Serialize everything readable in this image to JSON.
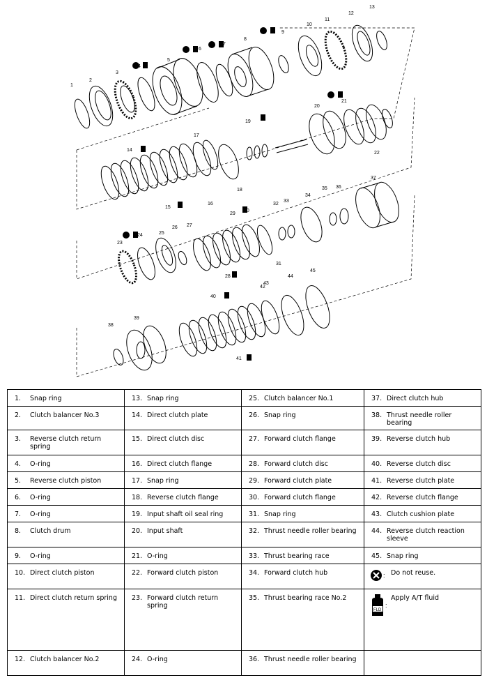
{
  "callouts": [
    "1",
    "2",
    "3",
    "4",
    "5",
    "6",
    "7",
    "8",
    "9",
    "10",
    "11",
    "12",
    "13",
    "14",
    "15",
    "16",
    "17",
    "18",
    "19",
    "20",
    "21",
    "22",
    "23",
    "24",
    "25",
    "26",
    "27",
    "28",
    "29",
    "30",
    "31",
    "32",
    "33",
    "34",
    "35",
    "36",
    "37",
    "38",
    "39",
    "40",
    "41",
    "42",
    "43",
    "44",
    "45"
  ],
  "legend": [
    [
      {
        "n": "1.",
        "t": "Snap ring"
      },
      {
        "n": "13.",
        "t": "Snap ring"
      },
      {
        "n": "25.",
        "t": "Clutch balancer No.1"
      },
      {
        "n": "37.",
        "t": "Direct clutch hub"
      }
    ],
    [
      {
        "n": "2.",
        "t": "Clutch balancer No.3"
      },
      {
        "n": "14.",
        "t": "Direct clutch plate"
      },
      {
        "n": "26.",
        "t": "Snap ring"
      },
      {
        "n": "38.",
        "t": "Thrust needle roller bearing"
      }
    ],
    [
      {
        "n": "3.",
        "t": "Reverse clutch return spring"
      },
      {
        "n": "15.",
        "t": "Direct clutch disc"
      },
      {
        "n": "27.",
        "t": "Forward clutch flange"
      },
      {
        "n": "39.",
        "t": "Reverse clutch hub"
      }
    ],
    [
      {
        "n": "4.",
        "t": "O-ring"
      },
      {
        "n": "16.",
        "t": "Direct clutch flange"
      },
      {
        "n": "28.",
        "t": "Forward clutch disc"
      },
      {
        "n": "40.",
        "t": "Reverse clutch disc"
      }
    ],
    [
      {
        "n": "5.",
        "t": "Reverse clutch piston"
      },
      {
        "n": "17.",
        "t": "Snap ring"
      },
      {
        "n": "29.",
        "t": "Forward clutch plate"
      },
      {
        "n": "41.",
        "t": "Reverse clutch plate"
      }
    ],
    [
      {
        "n": "6.",
        "t": "O-ring"
      },
      {
        "n": "18.",
        "t": "Reverse clutch flange"
      },
      {
        "n": "30.",
        "t": "Forward clutch flange"
      },
      {
        "n": "42.",
        "t": "Reverse clutch flange"
      }
    ],
    [
      {
        "n": "7.",
        "t": "O-ring"
      },
      {
        "n": "19.",
        "t": "Input shaft oil seal ring"
      },
      {
        "n": "31.",
        "t": "Snap ring"
      },
      {
        "n": "43.",
        "t": "Clutch cushion plate"
      }
    ],
    [
      {
        "n": "8.",
        "t": "Clutch drum"
      },
      {
        "n": "20.",
        "t": "Input shaft"
      },
      {
        "n": "32.",
        "t": "Thrust needle roller bearing"
      },
      {
        "n": "44.",
        "t": "Reverse clutch reaction sleeve"
      }
    ],
    [
      {
        "n": "9.",
        "t": "O-ring"
      },
      {
        "n": "21.",
        "t": "O-ring"
      },
      {
        "n": "33.",
        "t": "Thrust bearing race"
      },
      {
        "n": "45.",
        "t": "Snap ring"
      }
    ],
    [
      {
        "n": "10.",
        "t": "Direct clutch piston"
      },
      {
        "n": "22.",
        "t": "Forward clutch piston"
      },
      {
        "n": "34.",
        "t": "Forward clutch hub"
      },
      {
        "n": "",
        "t": "Do not reuse.",
        "sym": "do-not-reuse"
      }
    ],
    [
      {
        "n": "11.",
        "t": "Direct clutch return spring"
      },
      {
        "n": "23.",
        "t": "Forward clutch return spring"
      },
      {
        "n": "35.",
        "t": "Thrust bearing race No.2"
      },
      {
        "n": "",
        "t": "Apply A/T fluid",
        "sym": "fluid"
      }
    ],
    [
      {
        "n": "12.",
        "t": "Clutch balancer No.2"
      },
      {
        "n": "24.",
        "t": "O-ring"
      },
      {
        "n": "36.",
        "t": "Thrust needle roller bearing"
      },
      {
        "n": "",
        "t": ""
      }
    ]
  ],
  "fluid_label": "FLD",
  "symbol_colon": ":"
}
